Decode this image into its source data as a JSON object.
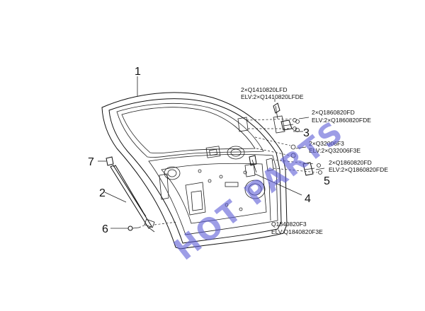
{
  "parts": {
    "p1": "1",
    "p2": "2",
    "p3": "3",
    "p4": "4",
    "p5": "5",
    "p6": "6",
    "p7": "7"
  },
  "callouts": {
    "c1_line1": "2×Q1410820LFD",
    "c1_line2": "ELV:2×Q1410820LFDE",
    "c2_line1": "2×Q1860820FD",
    "c2_line2": "ELV:2×Q1860820FDE",
    "c3_line1": "2×Q32006F3",
    "c3_line2": "ELV:2×Q32006F3E",
    "c4_line1": "2×Q1860820FD",
    "c4_line2": "ELV:2×Q1860820FDE",
    "c5_line1": "Q1840820F3",
    "c5_line2": "ELV:Q1840820F3E"
  },
  "watermark": "HOT PARTS"
}
